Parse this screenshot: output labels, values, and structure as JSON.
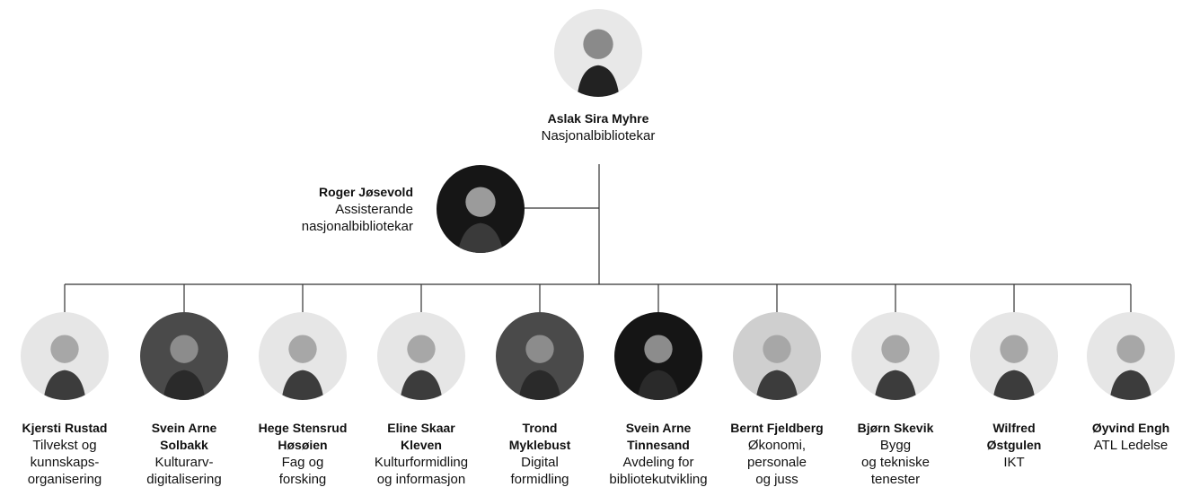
{
  "top": {
    "name": "Aslak Sira Myhre",
    "role_lines": [
      "Nasjonalbibliotekar"
    ]
  },
  "assistant": {
    "name": "Roger Jøsevold",
    "role_lines": [
      "Assisterande",
      "nasjonalbibliotekar"
    ]
  },
  "directors": [
    {
      "name_lines": [
        "Kjersti Rustad"
      ],
      "role_lines": [
        "Tilvekst og",
        "kunnskaps-",
        "organisering"
      ],
      "photo": "light-gray"
    },
    {
      "name_lines": [
        "Svein Arne",
        "Solbakk"
      ],
      "role_lines": [
        "Kulturarv-",
        "digitalisering"
      ],
      "photo": "dark"
    },
    {
      "name_lines": [
        "Hege Stensrud",
        "Høsøien"
      ],
      "role_lines": [
        "Fag og",
        "forsking"
      ],
      "photo": "light-gray"
    },
    {
      "name_lines": [
        "Eline Skaar",
        "Kleven"
      ],
      "role_lines": [
        "Kulturformidling",
        "og informasjon"
      ],
      "photo": "light-gray"
    },
    {
      "name_lines": [
        "Trond",
        "Myklebust"
      ],
      "role_lines": [
        "Digital",
        "formidling"
      ],
      "photo": "dark"
    },
    {
      "name_lines": [
        "Svein Arne",
        "Tinnesand"
      ],
      "role_lines": [
        "Avdeling for",
        "bibliotekutvikling"
      ],
      "photo": "black"
    },
    {
      "name_lines": [
        "Bernt Fjeldberg"
      ],
      "role_lines": [
        "Økonomi,",
        "personale",
        "og juss"
      ],
      "photo": "mid-gray"
    },
    {
      "name_lines": [
        "Bjørn Skevik"
      ],
      "role_lines": [
        "Bygg",
        "og tekniske",
        "tenester"
      ],
      "photo": "light-gray"
    },
    {
      "name_lines": [
        "Wilfred",
        "Østgulen"
      ],
      "role_lines": [
        "IKT"
      ],
      "photo": "light-gray"
    },
    {
      "name_lines": [
        "Øyvind Engh"
      ],
      "role_lines": [
        "ATL Ledelse"
      ],
      "photo": "light-gray"
    }
  ],
  "photo_colors": {
    "light-gray": "#e6e6e6",
    "mid-gray": "#cfcfcf",
    "dark": "#4a4a4a",
    "black": "#151515",
    "line": "#333333"
  }
}
